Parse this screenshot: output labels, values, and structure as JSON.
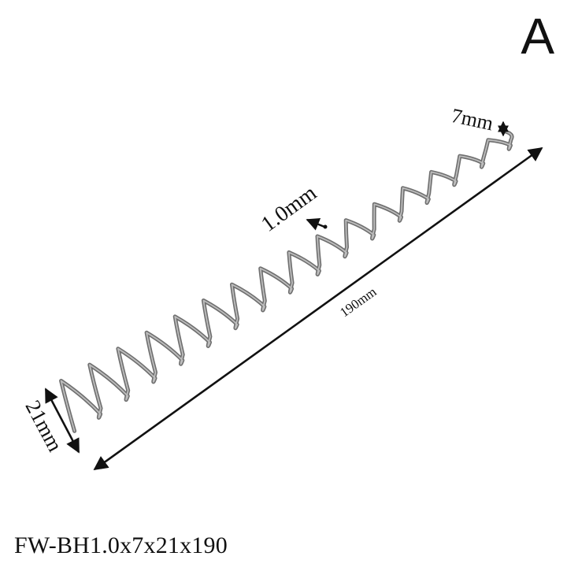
{
  "variant_label": "A",
  "model_code": "FW-BH1.0x7x21x190",
  "dimensions": {
    "length": "190mm",
    "wire_diameter": "1.0mm",
    "narrow_width": "7mm",
    "wide_width": "21mm"
  },
  "colors": {
    "wire": "#6f6f6f",
    "wire_highlight": "#bdbdbd",
    "arrow": "#111111",
    "text": "#111111"
  }
}
